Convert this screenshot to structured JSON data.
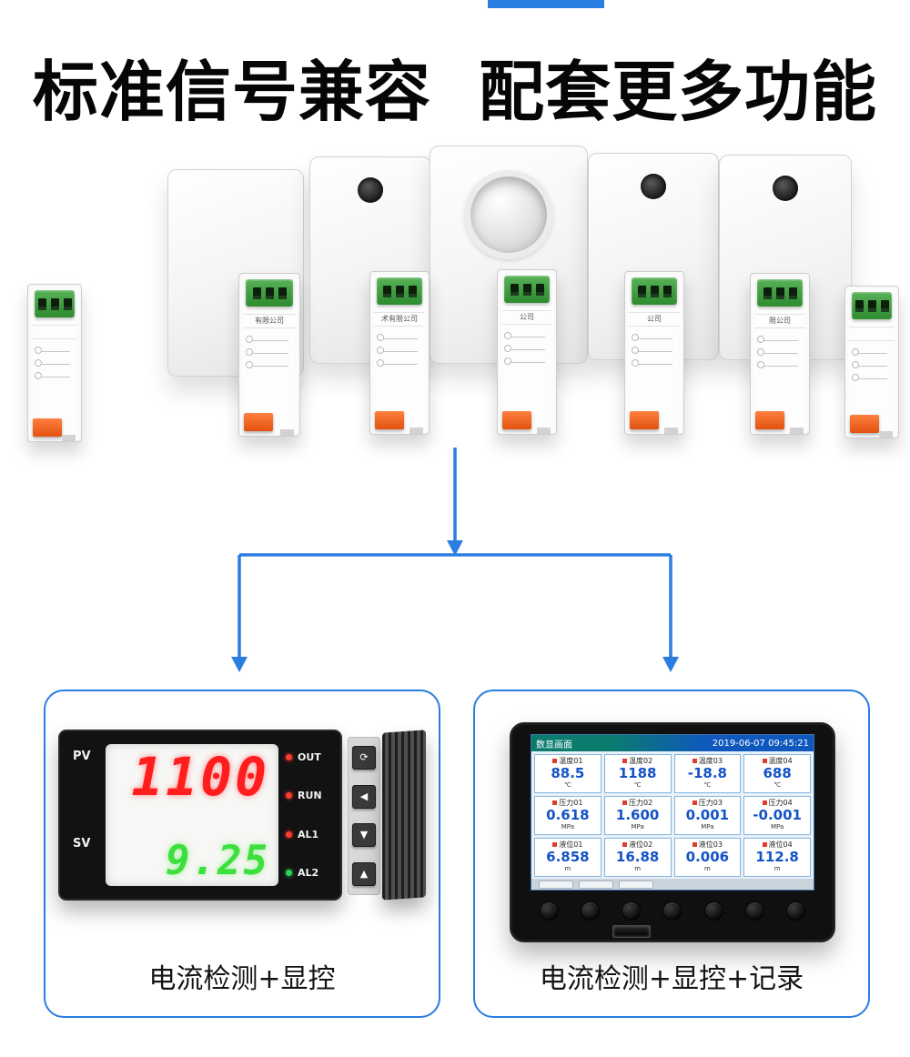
{
  "page": {
    "title": "标准信号兼容  配套更多功能",
    "accent": "#2a7de1"
  },
  "devices": [
    {
      "type": "slim-din-module",
      "label": ""
    },
    {
      "type": "panel-plain",
      "label": "有限公司"
    },
    {
      "type": "panel-small-hole",
      "label": "术有限公司"
    },
    {
      "type": "panel-large-hole",
      "label": "公司"
    },
    {
      "type": "panel-small-hole",
      "label": "公司"
    },
    {
      "type": "panel-small-hole",
      "label": "限公司"
    },
    {
      "type": "slim-din-module",
      "label": ""
    }
  ],
  "left_card": {
    "caption": "电流检测+显控",
    "meter": {
      "pv_label": "PV",
      "sv_label": "SV",
      "pv_value": "1100",
      "sv_value": "9.25",
      "indicators": [
        {
          "label": "OUT",
          "color": "#ff3b30"
        },
        {
          "label": "RUN",
          "color": "#ff3b30"
        },
        {
          "label": "AL1",
          "color": "#ff3b30"
        },
        {
          "label": "AL2",
          "color": "#30d158"
        }
      ],
      "buttons": [
        "⟳",
        "◀",
        "▼",
        "▲"
      ]
    }
  },
  "right_card": {
    "caption": "电流检测+显控+记录",
    "recorder": {
      "screen_title": "数显画面",
      "timestamp": "2019-06-07 09:45:21",
      "channels": [
        {
          "name": "温度01",
          "value": "88.5",
          "unit": "℃"
        },
        {
          "name": "温度02",
          "value": "1188",
          "unit": "℃"
        },
        {
          "name": "温度03",
          "value": "-18.8",
          "unit": "℃"
        },
        {
          "name": "温度04",
          "value": "688",
          "unit": "℃"
        },
        {
          "name": "压力01",
          "value": "0.618",
          "unit": "MPa"
        },
        {
          "name": "压力02",
          "value": "1.600",
          "unit": "MPa"
        },
        {
          "name": "压力03",
          "value": "0.001",
          "unit": "MPa"
        },
        {
          "name": "压力04",
          "value": "-0.001",
          "unit": "MPa"
        },
        {
          "name": "液位01",
          "value": "6.858",
          "unit": "m"
        },
        {
          "name": "液位02",
          "value": "16.88",
          "unit": "m"
        },
        {
          "name": "液位03",
          "value": "0.006",
          "unit": "m"
        },
        {
          "name": "液位04",
          "value": "112.8",
          "unit": "m"
        }
      ]
    }
  }
}
